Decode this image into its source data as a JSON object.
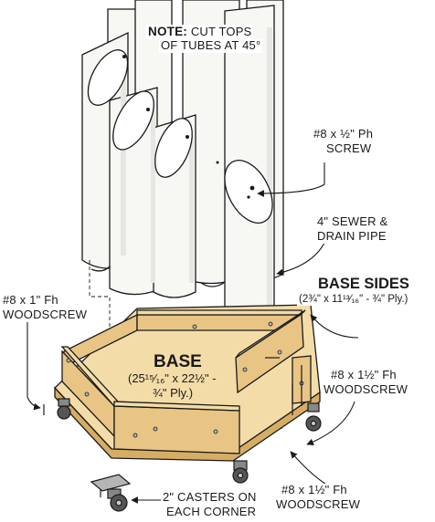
{
  "labels": {
    "note_prefix": "NOTE:",
    "note_line1": "CUT TOPS",
    "note_line2": "OF TUBES AT 45°",
    "screw_ph_line1": "#8 x ½\" Ph",
    "screw_ph_line2": "SCREW",
    "pipe_line1": "4\" SEWER &",
    "pipe_line2": "DRAIN PIPE",
    "base_sides_title": "BASE SIDES",
    "base_sides_dims": "(2¾\" x 11¹³⁄₁₆\" - ¾\" Ply.)",
    "woodscrew_1_line1": "#8 x 1\" Fh",
    "woodscrew_1_line2": "WOODSCREW",
    "base_title": "BASE",
    "base_dims_line1": "(25¹⁵⁄₁₆\" x 22½\" -",
    "base_dims_line2": "¾\" Ply.)",
    "woodscrew_r_line1": "#8 x 1½\" Fh",
    "woodscrew_r_line2": "WOODSCREW",
    "woodscrew_b_line1": "#8 x 1½\" Fh",
    "woodscrew_b_line2": "WOODSCREW",
    "casters_line1": "2\" CASTERS ON",
    "casters_line2": "EACH CORNER"
  },
  "colors": {
    "line": "#1a1a1a",
    "wood_top": "#f4dca8",
    "wood_face": "#e8c585",
    "wood_edge": "#d7ad66",
    "pipe": "#f7f7f4",
    "pipe_shade": "#e6e6e2",
    "caster": "#555555",
    "hardware": "#b5b5b5"
  }
}
